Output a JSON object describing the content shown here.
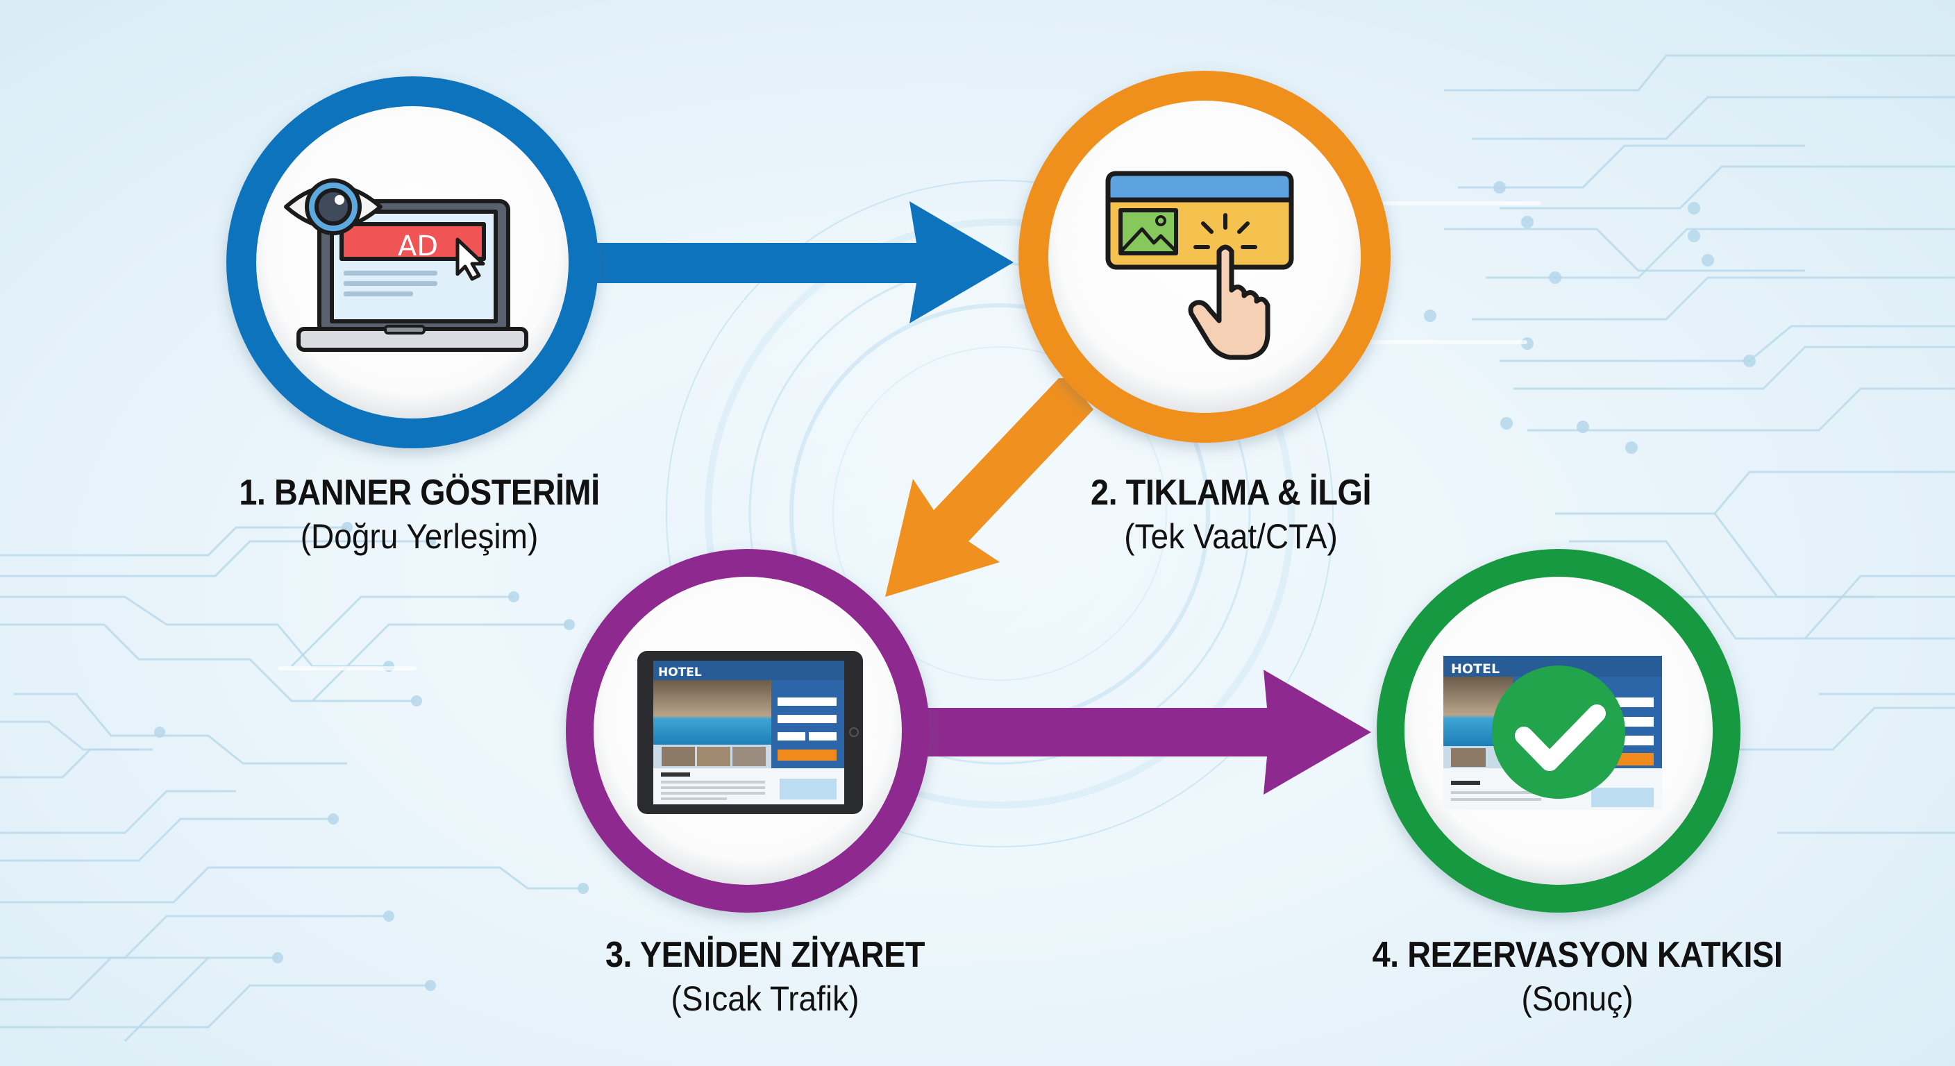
{
  "diagram": {
    "type": "process-flow",
    "steps": [
      {
        "number": 1,
        "title": "1. BANNER GÖSTERİMİ",
        "subtitle": "(Doğru Yerleşim)",
        "icon": "laptop-eye-ad-icon",
        "ring_color": "#0e73bd",
        "icon_text": "AD"
      },
      {
        "number": 2,
        "title": "2. TIKLAMA & İLGİ",
        "subtitle": "(Tek Vaat/CTA)",
        "icon": "browser-click-hand-icon",
        "ring_color": "#f0901f"
      },
      {
        "number": 3,
        "title": "3. YENİDEN ZİYARET",
        "subtitle": "(Sıcak Trafik)",
        "icon": "tablet-hotel-site-icon",
        "ring_color": "#8e2a8f",
        "icon_text": "HOTEL"
      },
      {
        "number": 4,
        "title": "4. REZERVASYON KATKISI",
        "subtitle": "(Sonuç)",
        "icon": "hotel-site-checkmark-icon",
        "ring_color": "#16993f",
        "icon_text": "HOTEL"
      }
    ],
    "arrows": [
      {
        "from": 1,
        "to": 2,
        "color": "#0e73bd",
        "direction": "right"
      },
      {
        "from": 2,
        "to": 3,
        "color": "#f0901f",
        "direction": "down-left"
      },
      {
        "from": 3,
        "to": 4,
        "color": "#8e2a8f",
        "direction": "right"
      }
    ],
    "background": "light-blue circuit-board pattern with concentric arcs"
  }
}
